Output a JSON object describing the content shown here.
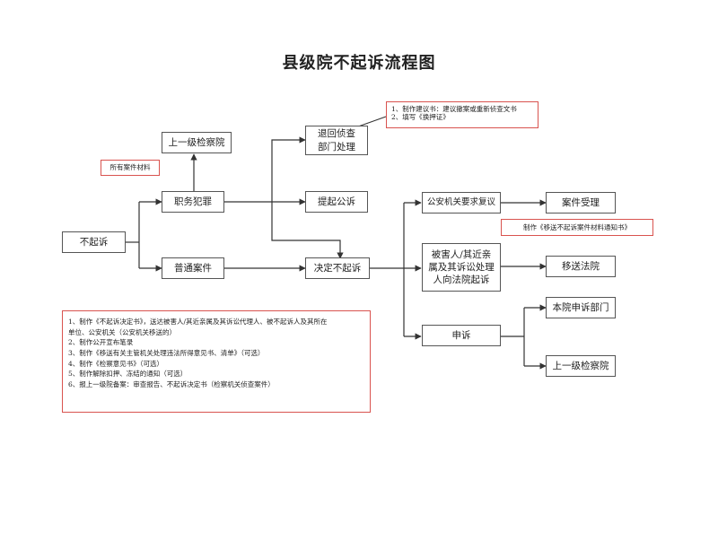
{
  "title": "县级院不起诉流程图",
  "colors": {
    "line": "#333333",
    "box_border": "#555555",
    "note_border": "#d9534f"
  },
  "nodes": {
    "bu_qisu": "不起诉",
    "zhiwu": "职务犯罪",
    "putong": "普通案件",
    "shangji_top": "上一级检察院",
    "tuihui": [
      "退回侦查",
      "部门处理"
    ],
    "tiqi": "提起公诉",
    "jueding": "决定不起诉",
    "gongan": "公安机关要求复议",
    "anjian": "案件受理",
    "beihairen": [
      "被害人/其近亲",
      "属及其诉讼处理",
      "人向法院起诉"
    ],
    "yisong": "移送法院",
    "shensu": "申诉",
    "benyuan": "本院申诉部门",
    "shangji_bottom": "上一级检察院"
  },
  "notes": {
    "suoyou": "所有案件材料",
    "jianyi": [
      "1、制作建议书：建议撤案或重新侦查文书",
      "2、填写《换押证》"
    ],
    "yisong_tongzhi": "制作《移送不起诉案件材料通知书》",
    "main": [
      "1、制作《不起诉决定书》，送达被害人/其近亲属及其诉讼代理人、被不起诉人及其所在",
      "单位、公安机关（公安机关移送的）",
      "2、制作公开宣布笔录",
      "3、制作《移送有关主管机关处理违法所得意见书、清单》（可选）",
      "4、制作《检察意见书》（可选）",
      "5、制作解除扣押、冻结的通知（可选）",
      "6、报上一级院备案：审查报告、不起诉决定书（检察机关侦查案件）"
    ]
  }
}
